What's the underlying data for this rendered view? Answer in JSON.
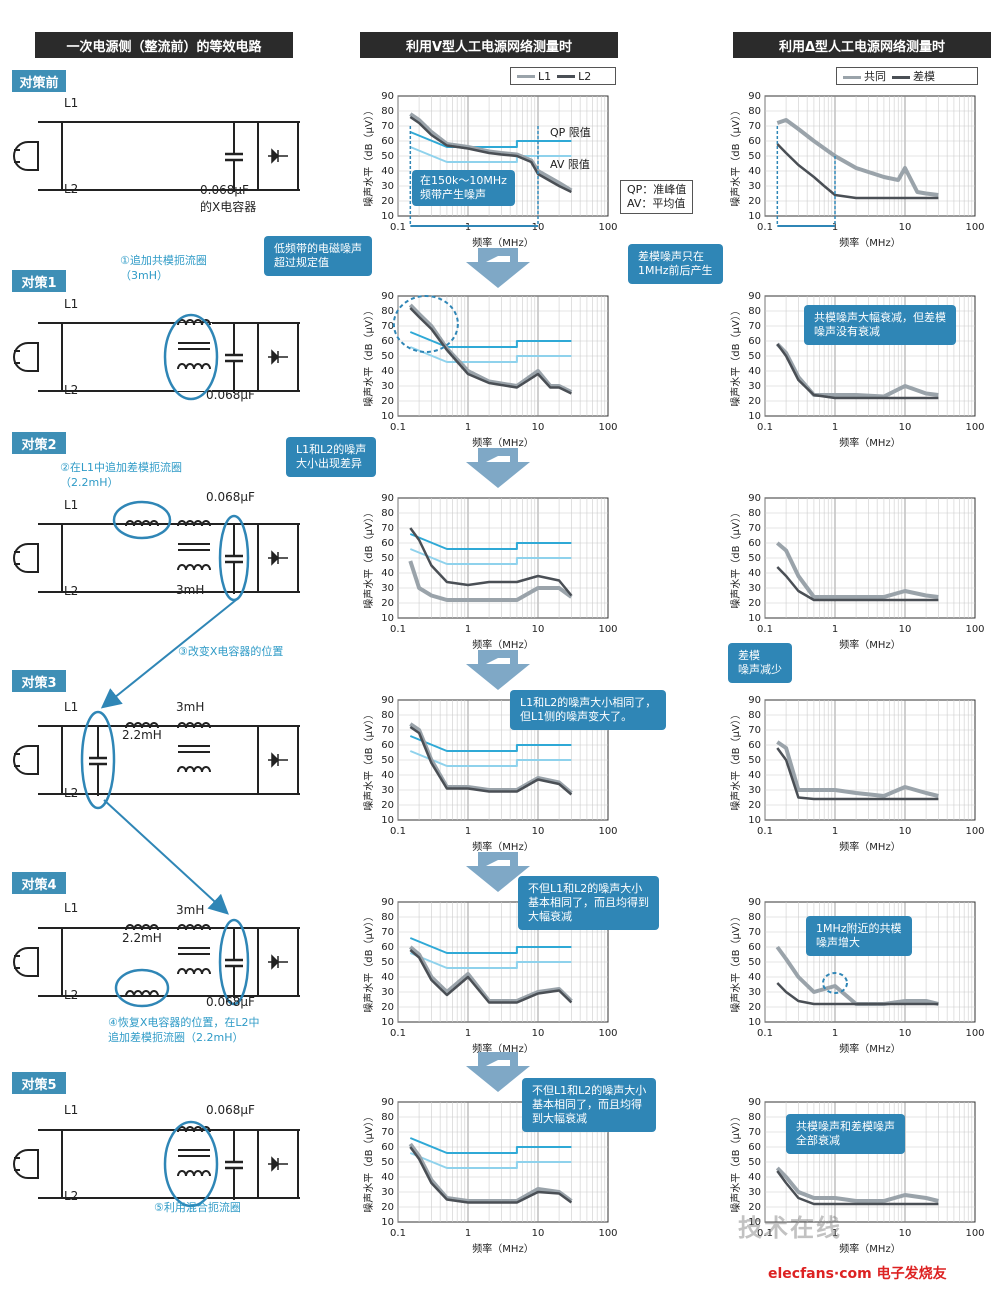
{
  "headers": {
    "circuit": "一次电源侧（整流前）的等效电路",
    "v_type": "利用V型人工电源网络测量时",
    "a_type": "利用Δ型人工电源网络测量时"
  },
  "steps": [
    "对策前",
    "对策1",
    "对策2",
    "对策3",
    "对策4",
    "对策5"
  ],
  "circuit_labels": {
    "L1": "L1",
    "L2": "L2",
    "cap_068": "0.068μF",
    "cap_x": "的X电容器",
    "mh3": "3mH",
    "mh22": "2.2mH"
  },
  "notes": {
    "n1a": "①追加共模扼流圈",
    "n1b": "（3mH）",
    "n2a": "②在L1中追加差模扼流圈",
    "n2b": "（2.2mH）",
    "n3": "③改变X电容器的位置",
    "n4a": "④恢复X电容器的位置，在L2中",
    "n4b": "追加差模扼流圈（2.2mH）",
    "n5": "⑤利用混合扼流圈"
  },
  "legends": {
    "v": [
      "L1",
      "L2"
    ],
    "a": [
      "共同",
      "差模"
    ]
  },
  "limits": {
    "qp": "QP 限值",
    "av": "AV 限值"
  },
  "qp_av_box": {
    "qp": "QP：准峰值",
    "av": "AV：平均值"
  },
  "band_box": {
    "l1": "在150k～10MHz",
    "l2": "频带产生噪声"
  },
  "callouts": {
    "c1a": "低频带的电磁噪声",
    "c1b": "超过规定值",
    "c2a": "差模噪声只在",
    "c2b": "1MHz前后产生",
    "c3a": "共模噪声大幅衰减，但差模",
    "c3b": "噪声没有衰减",
    "c4a": "L1和L2的噪声",
    "c4b": "大小出现差异",
    "c5a": "差模",
    "c5b": "噪声减少",
    "c6a": "L1和L2的噪声大小相同了，",
    "c6b": "但L1侧的噪声变大了。",
    "c7a": "不但L1和L2的噪声大小",
    "c7b": "基本相同了，而且均得到",
    "c7c": "大幅衰减",
    "c8a": "1MHz附近的共模",
    "c8b": "噪声增大",
    "c9a": "不但L1和L2的噪声大小",
    "c9b": "基本相同了，而且均得",
    "c9c": "到大幅衰减",
    "c10a": "共模噪声和差模噪声",
    "c10b": "全部衰减"
  },
  "axes": {
    "ylabel": "噪声水平（dB（μV））",
    "xlabel": "频率（MHz）",
    "yticks": [
      "90",
      "80",
      "70",
      "60",
      "50",
      "40",
      "30",
      "20",
      "10"
    ],
    "xticks": [
      "0.1",
      "1",
      "10",
      "100"
    ]
  },
  "watermark": "技术在线",
  "brand": "elecfans·com 电子发烧友",
  "colors": {
    "accent": "#2f86b6",
    "limit_qp": "#2fa9d6",
    "limit_av": "#8fd2ec",
    "l1": "#9aa3aa",
    "l2": "#4a4f55"
  },
  "chart_data": [
    {
      "type": "line",
      "panel": "V-对策前",
      "xscale": "log",
      "xlim": [
        0.1,
        100
      ],
      "ylim": [
        10,
        90
      ],
      "series": [
        {
          "name": "L1",
          "x": [
            0.15,
            0.2,
            0.3,
            0.5,
            1,
            2,
            3,
            5,
            8,
            10,
            20,
            30
          ],
          "y": [
            78,
            74,
            66,
            58,
            56,
            53,
            52,
            51,
            47,
            40,
            32,
            27
          ]
        },
        {
          "name": "L2",
          "x": [
            0.15,
            0.2,
            0.3,
            0.5,
            1,
            2,
            3,
            5,
            8,
            10,
            20,
            30
          ],
          "y": [
            76,
            72,
            64,
            57,
            55,
            52,
            51,
            50,
            46,
            38,
            30,
            26
          ]
        },
        {
          "name": "QP 限值",
          "x": [
            0.15,
            0.5,
            5,
            5,
            30
          ],
          "y": [
            66,
            56,
            56,
            60,
            60
          ]
        },
        {
          "name": "AV 限值",
          "x": [
            0.15,
            0.5,
            5,
            5,
            30
          ],
          "y": [
            56,
            46,
            46,
            50,
            50
          ]
        }
      ]
    },
    {
      "type": "line",
      "panel": "Δ-对策前",
      "xscale": "log",
      "xlim": [
        0.1,
        100
      ],
      "ylim": [
        10,
        90
      ],
      "series": [
        {
          "name": "共同",
          "x": [
            0.15,
            0.2,
            0.3,
            0.5,
            1,
            2,
            5,
            8,
            10,
            15,
            20,
            30
          ],
          "y": [
            72,
            74,
            68,
            60,
            50,
            42,
            36,
            34,
            42,
            26,
            25,
            24
          ]
        },
        {
          "name": "差模",
          "x": [
            0.15,
            0.2,
            0.3,
            0.5,
            0.7,
            1,
            2,
            5,
            10,
            20,
            30
          ],
          "y": [
            58,
            52,
            44,
            36,
            30,
            24,
            22,
            22,
            22,
            22,
            22
          ]
        }
      ]
    },
    {
      "type": "line",
      "panel": "V-对策1",
      "xscale": "log",
      "xlim": [
        0.1,
        100
      ],
      "ylim": [
        10,
        90
      ],
      "series": [
        {
          "name": "L1",
          "x": [
            0.15,
            0.2,
            0.3,
            0.5,
            1,
            2,
            5,
            10,
            15,
            20,
            30
          ],
          "y": [
            84,
            78,
            70,
            55,
            40,
            33,
            30,
            40,
            30,
            30,
            26
          ]
        },
        {
          "name": "L2",
          "x": [
            0.15,
            0.2,
            0.3,
            0.5,
            1,
            2,
            5,
            10,
            15,
            20,
            30
          ],
          "y": [
            82,
            76,
            68,
            54,
            38,
            32,
            29,
            38,
            29,
            29,
            25
          ]
        }
      ]
    },
    {
      "type": "line",
      "panel": "Δ-对策1",
      "xscale": "log",
      "xlim": [
        0.1,
        100
      ],
      "ylim": [
        10,
        90
      ],
      "series": [
        {
          "name": "共同",
          "x": [
            0.15,
            0.2,
            0.3,
            0.5,
            1,
            2,
            5,
            10,
            20,
            30
          ],
          "y": [
            58,
            52,
            36,
            24,
            24,
            24,
            23,
            30,
            25,
            24
          ]
        },
        {
          "name": "差模",
          "x": [
            0.15,
            0.2,
            0.3,
            0.5,
            1,
            2,
            5,
            10,
            20,
            30
          ],
          "y": [
            58,
            50,
            34,
            24,
            22,
            22,
            22,
            22,
            22,
            22
          ]
        }
      ]
    },
    {
      "type": "line",
      "panel": "V-对策2",
      "xscale": "log",
      "xlim": [
        0.1,
        100
      ],
      "ylim": [
        10,
        90
      ],
      "series": [
        {
          "name": "L1",
          "x": [
            0.15,
            0.2,
            0.3,
            0.5,
            1,
            2,
            5,
            10,
            20,
            30
          ],
          "y": [
            48,
            30,
            25,
            22,
            22,
            22,
            22,
            30,
            30,
            24
          ]
        },
        {
          "name": "L2",
          "x": [
            0.15,
            0.2,
            0.3,
            0.5,
            1,
            2,
            5,
            10,
            20,
            30
          ],
          "y": [
            70,
            62,
            45,
            34,
            32,
            34,
            34,
            38,
            35,
            25
          ]
        }
      ]
    },
    {
      "type": "line",
      "panel": "Δ-对策2",
      "xscale": "log",
      "xlim": [
        0.1,
        100
      ],
      "ylim": [
        10,
        90
      ],
      "series": [
        {
          "name": "共同",
          "x": [
            0.15,
            0.2,
            0.3,
            0.5,
            1,
            2,
            5,
            10,
            20,
            30
          ],
          "y": [
            60,
            55,
            38,
            24,
            24,
            24,
            24,
            28,
            25,
            24
          ]
        },
        {
          "name": "差模",
          "x": [
            0.15,
            0.2,
            0.3,
            0.5,
            1,
            2,
            5,
            10,
            20,
            30
          ],
          "y": [
            44,
            38,
            28,
            22,
            22,
            22,
            22,
            22,
            22,
            22
          ]
        }
      ]
    },
    {
      "type": "line",
      "panel": "V-对策3",
      "xscale": "log",
      "xlim": [
        0.1,
        100
      ],
      "ylim": [
        10,
        90
      ],
      "series": [
        {
          "name": "L1",
          "x": [
            0.15,
            0.2,
            0.3,
            0.5,
            1,
            2,
            5,
            10,
            20,
            30
          ],
          "y": [
            74,
            70,
            50,
            32,
            32,
            30,
            30,
            38,
            35,
            28
          ]
        },
        {
          "name": "L2",
          "x": [
            0.15,
            0.2,
            0.3,
            0.5,
            1,
            2,
            5,
            10,
            20,
            30
          ],
          "y": [
            72,
            68,
            48,
            31,
            31,
            29,
            29,
            37,
            34,
            27
          ]
        }
      ]
    },
    {
      "type": "line",
      "panel": "Δ-对策3",
      "xscale": "log",
      "xlim": [
        0.1,
        100
      ],
      "ylim": [
        10,
        90
      ],
      "series": [
        {
          "name": "共同",
          "x": [
            0.15,
            0.2,
            0.3,
            0.5,
            1,
            2,
            5,
            10,
            20,
            30
          ],
          "y": [
            62,
            58,
            30,
            30,
            30,
            28,
            26,
            32,
            28,
            26
          ]
        },
        {
          "name": "差模",
          "x": [
            0.15,
            0.2,
            0.3,
            0.5,
            1,
            2,
            5,
            10,
            20,
            30
          ],
          "y": [
            58,
            50,
            25,
            24,
            24,
            24,
            24,
            24,
            24,
            24
          ]
        }
      ]
    },
    {
      "type": "line",
      "panel": "V-对策4",
      "xscale": "log",
      "xlim": [
        0.1,
        100
      ],
      "ylim": [
        10,
        90
      ],
      "series": [
        {
          "name": "L1",
          "x": [
            0.15,
            0.2,
            0.3,
            0.5,
            1,
            2,
            5,
            10,
            20,
            30
          ],
          "y": [
            60,
            55,
            40,
            30,
            42,
            24,
            24,
            30,
            32,
            24
          ]
        },
        {
          "name": "L2",
          "x": [
            0.15,
            0.2,
            0.3,
            0.5,
            1,
            2,
            5,
            10,
            20,
            30
          ],
          "y": [
            58,
            53,
            38,
            28,
            40,
            23,
            23,
            29,
            31,
            23
          ]
        }
      ]
    },
    {
      "type": "line",
      "panel": "Δ-对策4",
      "xscale": "log",
      "xlim": [
        0.1,
        100
      ],
      "ylim": [
        10,
        90
      ],
      "series": [
        {
          "name": "共同",
          "x": [
            0.15,
            0.2,
            0.3,
            0.5,
            1,
            2,
            5,
            10,
            20,
            30
          ],
          "y": [
            60,
            52,
            40,
            30,
            34,
            22,
            22,
            24,
            24,
            22
          ]
        },
        {
          "name": "差模",
          "x": [
            0.15,
            0.2,
            0.3,
            0.5,
            1,
            2,
            5,
            10,
            20,
            30
          ],
          "y": [
            36,
            30,
            24,
            22,
            22,
            22,
            22,
            22,
            22,
            22
          ]
        }
      ]
    },
    {
      "type": "line",
      "panel": "V-对策5",
      "xscale": "log",
      "xlim": [
        0.1,
        100
      ],
      "ylim": [
        10,
        90
      ],
      "series": [
        {
          "name": "L1",
          "x": [
            0.15,
            0.2,
            0.3,
            0.5,
            1,
            2,
            5,
            10,
            20,
            30
          ],
          "y": [
            62,
            54,
            38,
            26,
            24,
            24,
            24,
            32,
            30,
            24
          ]
        },
        {
          "name": "L2",
          "x": [
            0.15,
            0.2,
            0.3,
            0.5,
            1,
            2,
            5,
            10,
            20,
            30
          ],
          "y": [
            60,
            52,
            36,
            25,
            23,
            23,
            23,
            30,
            29,
            23
          ]
        }
      ]
    },
    {
      "type": "line",
      "panel": "Δ-对策5",
      "xscale": "log",
      "xlim": [
        0.1,
        100
      ],
      "ylim": [
        10,
        90
      ],
      "series": [
        {
          "name": "共同",
          "x": [
            0.15,
            0.2,
            0.3,
            0.5,
            1,
            2,
            5,
            10,
            20,
            30
          ],
          "y": [
            46,
            40,
            30,
            26,
            26,
            24,
            24,
            28,
            26,
            24
          ]
        },
        {
          "name": "差模",
          "x": [
            0.15,
            0.2,
            0.3,
            0.5,
            1,
            2,
            5,
            10,
            20,
            30
          ],
          "y": [
            44,
            36,
            26,
            22,
            22,
            22,
            22,
            22,
            22,
            22
          ]
        }
      ]
    }
  ]
}
